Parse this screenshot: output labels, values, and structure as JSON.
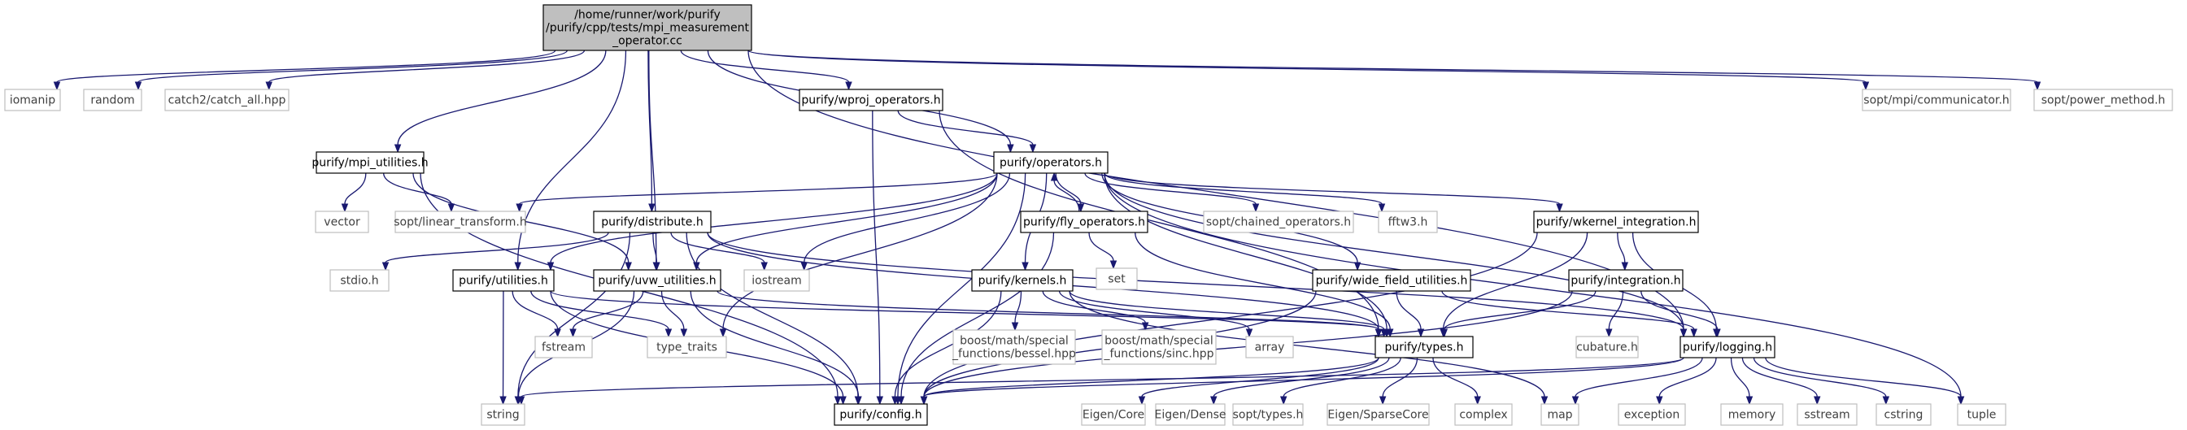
{
  "graph": {
    "nodes": [
      {
        "id": "root",
        "kind": "root",
        "lines": [
          "/home/runner/work/purify",
          "/purify/cpp/tests/mpi_measurement",
          "_operator.cc"
        ]
      },
      {
        "id": "iomanip",
        "kind": "system",
        "lines": [
          "iomanip"
        ]
      },
      {
        "id": "random",
        "kind": "system",
        "lines": [
          "random"
        ]
      },
      {
        "id": "catch2",
        "kind": "system",
        "lines": [
          "catch2/catch_all.hpp"
        ]
      },
      {
        "id": "sopt_mpi_comm",
        "kind": "system",
        "lines": [
          "sopt/mpi/communicator.h"
        ]
      },
      {
        "id": "sopt_power",
        "kind": "system",
        "lines": [
          "sopt/power_method.h"
        ]
      },
      {
        "id": "wproj",
        "kind": "local",
        "lines": [
          "purify/wproj_operators.h"
        ]
      },
      {
        "id": "operators",
        "kind": "local",
        "lines": [
          "purify/operators.h"
        ]
      },
      {
        "id": "mpi_utilities",
        "kind": "local",
        "lines": [
          "purify/mpi_utilities.h"
        ]
      },
      {
        "id": "vector",
        "kind": "system",
        "lines": [
          "vector"
        ]
      },
      {
        "id": "sopt_linear",
        "kind": "system",
        "lines": [
          "sopt/linear_transform.h"
        ]
      },
      {
        "id": "distribute",
        "kind": "local",
        "lines": [
          "purify/distribute.h"
        ]
      },
      {
        "id": "fly_ops",
        "kind": "local",
        "lines": [
          "purify/fly_operators.h"
        ]
      },
      {
        "id": "sopt_chained",
        "kind": "system",
        "lines": [
          "sopt/chained_operators.h"
        ]
      },
      {
        "id": "fftw3",
        "kind": "system",
        "lines": [
          "fftw3.h"
        ]
      },
      {
        "id": "wkernel",
        "kind": "local",
        "lines": [
          "purify/wkernel_integration.h"
        ]
      },
      {
        "id": "set",
        "kind": "system",
        "lines": [
          "set"
        ]
      },
      {
        "id": "stdio",
        "kind": "system",
        "lines": [
          "stdio.h"
        ]
      },
      {
        "id": "utilities",
        "kind": "local",
        "lines": [
          "purify/utilities.h"
        ]
      },
      {
        "id": "uvw",
        "kind": "local",
        "lines": [
          "purify/uvw_utilities.h"
        ]
      },
      {
        "id": "iostream",
        "kind": "system",
        "lines": [
          "iostream"
        ]
      },
      {
        "id": "kernels",
        "kind": "local",
        "lines": [
          "purify/kernels.h"
        ]
      },
      {
        "id": "wide_field",
        "kind": "local",
        "lines": [
          "purify/wide_field_utilities.h"
        ]
      },
      {
        "id": "integration",
        "kind": "local",
        "lines": [
          "purify/integration.h"
        ]
      },
      {
        "id": "fstream",
        "kind": "system",
        "lines": [
          "fstream"
        ]
      },
      {
        "id": "type_traits",
        "kind": "system",
        "lines": [
          "type_traits"
        ]
      },
      {
        "id": "bessel",
        "kind": "system",
        "lines": [
          "boost/math/special",
          "_functions/bessel.hpp"
        ]
      },
      {
        "id": "sinc",
        "kind": "system",
        "lines": [
          "boost/math/special",
          "_functions/sinc.hpp"
        ]
      },
      {
        "id": "array",
        "kind": "system",
        "lines": [
          "array"
        ]
      },
      {
        "id": "types",
        "kind": "local",
        "lines": [
          "purify/types.h"
        ]
      },
      {
        "id": "cubature",
        "kind": "system",
        "lines": [
          "cubature.h"
        ]
      },
      {
        "id": "logging",
        "kind": "local",
        "lines": [
          "purify/logging.h"
        ]
      },
      {
        "id": "string",
        "kind": "system",
        "lines": [
          "string"
        ]
      },
      {
        "id": "config",
        "kind": "local",
        "lines": [
          "purify/config.h"
        ]
      },
      {
        "id": "eigen_core",
        "kind": "system",
        "lines": [
          "Eigen/Core"
        ]
      },
      {
        "id": "eigen_dense",
        "kind": "system",
        "lines": [
          "Eigen/Dense"
        ]
      },
      {
        "id": "sopt_types",
        "kind": "system",
        "lines": [
          "sopt/types.h"
        ]
      },
      {
        "id": "eigen_sparse",
        "kind": "system",
        "lines": [
          "Eigen/SparseCore"
        ]
      },
      {
        "id": "complex",
        "kind": "system",
        "lines": [
          "complex"
        ]
      },
      {
        "id": "map",
        "kind": "system",
        "lines": [
          "map"
        ]
      },
      {
        "id": "exception",
        "kind": "system",
        "lines": [
          "exception"
        ]
      },
      {
        "id": "memory",
        "kind": "system",
        "lines": [
          "memory"
        ]
      },
      {
        "id": "sstream",
        "kind": "system",
        "lines": [
          "sstream"
        ]
      },
      {
        "id": "cstring",
        "kind": "system",
        "lines": [
          "cstring"
        ]
      },
      {
        "id": "tuple",
        "kind": "system",
        "lines": [
          "tuple"
        ]
      }
    ],
    "edges": [
      [
        "root",
        "iomanip"
      ],
      [
        "root",
        "random"
      ],
      [
        "root",
        "catch2"
      ],
      [
        "root",
        "sopt_mpi_comm"
      ],
      [
        "root",
        "sopt_power"
      ],
      [
        "root",
        "wproj"
      ],
      [
        "root",
        "operators"
      ],
      [
        "root",
        "mpi_utilities"
      ],
      [
        "root",
        "distribute"
      ],
      [
        "root",
        "utilities"
      ],
      [
        "root",
        "uvw"
      ],
      [
        "root",
        "logging"
      ],
      [
        "wproj",
        "operators"
      ],
      [
        "wproj",
        "config"
      ],
      [
        "wproj",
        "types"
      ],
      [
        "operators",
        "sopt_linear"
      ],
      [
        "operators",
        "fly_ops"
      ],
      [
        "operators",
        "sopt_chained"
      ],
      [
        "operators",
        "fftw3"
      ],
      [
        "operators",
        "wkernel"
      ],
      [
        "operators",
        "utilities"
      ],
      [
        "operators",
        "uvw"
      ],
      [
        "operators",
        "iostream"
      ],
      [
        "operators",
        "kernels"
      ],
      [
        "operators",
        "wide_field"
      ],
      [
        "operators",
        "type_traits"
      ],
      [
        "operators",
        "types"
      ],
      [
        "operators",
        "logging"
      ],
      [
        "operators",
        "config"
      ],
      [
        "operators",
        "tuple"
      ],
      [
        "mpi_utilities",
        "vector"
      ],
      [
        "mpi_utilities",
        "sopt_linear"
      ],
      [
        "mpi_utilities",
        "uvw"
      ],
      [
        "mpi_utilities",
        "config"
      ],
      [
        "distribute",
        "stdio"
      ],
      [
        "distribute",
        "iostream"
      ],
      [
        "distribute",
        "uvw"
      ],
      [
        "distribute",
        "types"
      ],
      [
        "distribute",
        "logging"
      ],
      [
        "distribute",
        "string"
      ],
      [
        "distribute",
        "config"
      ],
      [
        "fly_ops",
        "operators"
      ],
      [
        "fly_ops",
        "set"
      ],
      [
        "fly_ops",
        "types"
      ],
      [
        "fly_ops",
        "config"
      ],
      [
        "wkernel",
        "integration"
      ],
      [
        "wkernel",
        "logging"
      ],
      [
        "wkernel",
        "types"
      ],
      [
        "wkernel",
        "config"
      ],
      [
        "utilities",
        "fstream"
      ],
      [
        "utilities",
        "type_traits"
      ],
      [
        "utilities",
        "string"
      ],
      [
        "utilities",
        "config"
      ],
      [
        "utilities",
        "types"
      ],
      [
        "uvw",
        "fstream"
      ],
      [
        "uvw",
        "type_traits"
      ],
      [
        "uvw",
        "string"
      ],
      [
        "uvw",
        "config"
      ],
      [
        "uvw",
        "types"
      ],
      [
        "kernels",
        "bessel"
      ],
      [
        "kernels",
        "sinc"
      ],
      [
        "kernels",
        "array"
      ],
      [
        "kernels",
        "types"
      ],
      [
        "kernels",
        "config"
      ],
      [
        "kernels",
        "map"
      ],
      [
        "wide_field",
        "types"
      ],
      [
        "wide_field",
        "logging"
      ],
      [
        "wide_field",
        "config"
      ],
      [
        "integration",
        "cubature"
      ],
      [
        "integration",
        "types"
      ],
      [
        "integration",
        "logging"
      ],
      [
        "integration",
        "config"
      ],
      [
        "types",
        "config"
      ],
      [
        "types",
        "eigen_core"
      ],
      [
        "types",
        "eigen_dense"
      ],
      [
        "types",
        "sopt_types"
      ],
      [
        "types",
        "eigen_sparse"
      ],
      [
        "types",
        "complex"
      ],
      [
        "logging",
        "config"
      ],
      [
        "logging",
        "string"
      ],
      [
        "logging",
        "map"
      ],
      [
        "logging",
        "exception"
      ],
      [
        "logging",
        "memory"
      ],
      [
        "logging",
        "sstream"
      ],
      [
        "logging",
        "cstring"
      ],
      [
        "logging",
        "tuple"
      ]
    ]
  }
}
